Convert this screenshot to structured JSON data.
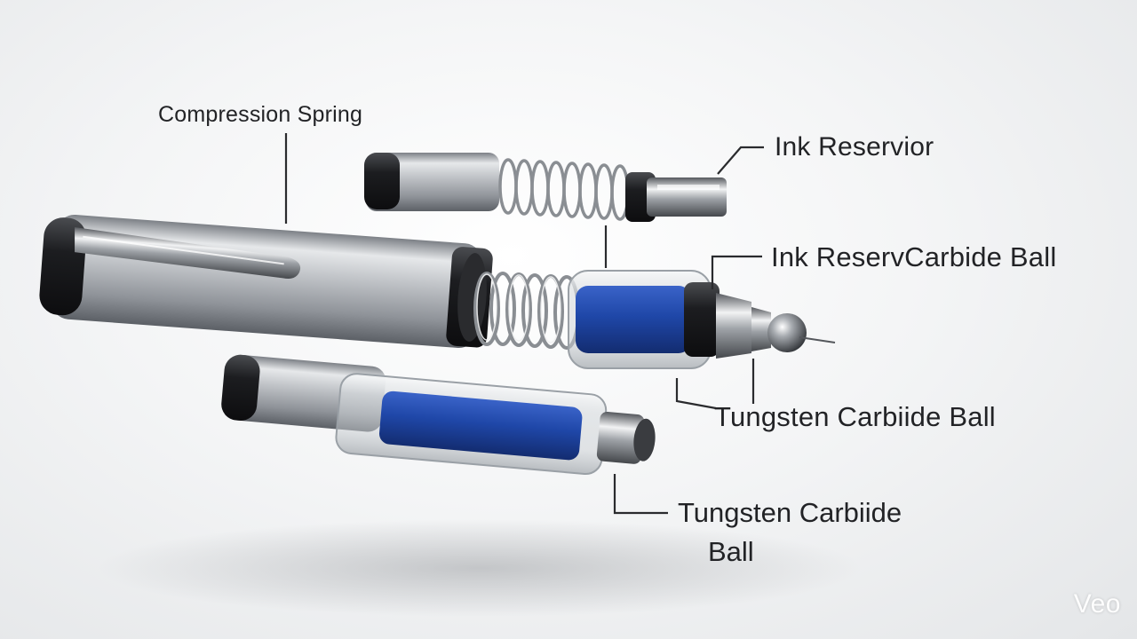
{
  "labels": {
    "compression_spring": "Compression Spring",
    "ink_reservoir": "Ink  Reservior",
    "ink_reserv_carbide_ball": "Ink ReservCarbide Ball",
    "tungsten_carbide_ball_mid": "Tungsten Carbiide Ball",
    "tungsten_carbide_ball_bottom_line1": "Tungsten Carbiide",
    "tungsten_carbide_ball_bottom_line2": "Ball"
  },
  "watermark": "Veo",
  "colors": {
    "ink": "#1f47a8",
    "metal": "#b8bcc1",
    "cap": "#1b1c1e",
    "label_text": "#222326",
    "leader_line": "#2a2b2e"
  }
}
